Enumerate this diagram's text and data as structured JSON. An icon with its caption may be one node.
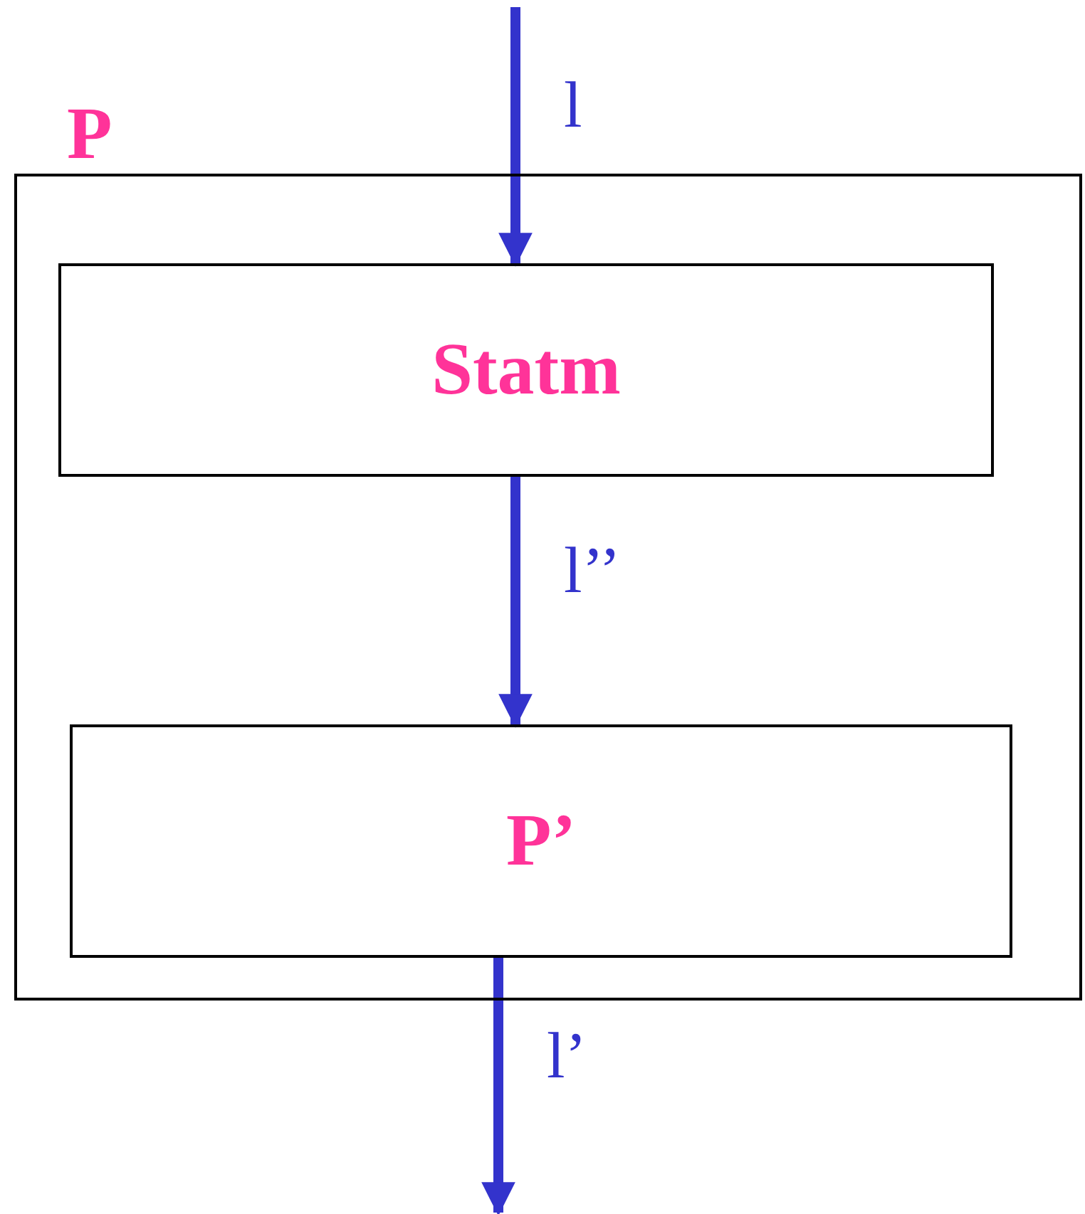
{
  "diagram": {
    "nodes": [
      {
        "text": [
          "P"
        ]
      },
      {
        "text": [
          "Statm"
        ],
        "in": 0
      },
      {
        "text": [
          "P’"
        ],
        "in": 0
      }
    ],
    "edges": [
      {
        "from": null,
        "to": 1,
        "arrow": "to",
        "label": "l"
      },
      {
        "from": 1,
        "to": 2,
        "arrow": "to",
        "label": "l’’"
      },
      {
        "from": 2,
        "to": null,
        "arrow": "to",
        "label": "l’"
      }
    ]
  }
}
